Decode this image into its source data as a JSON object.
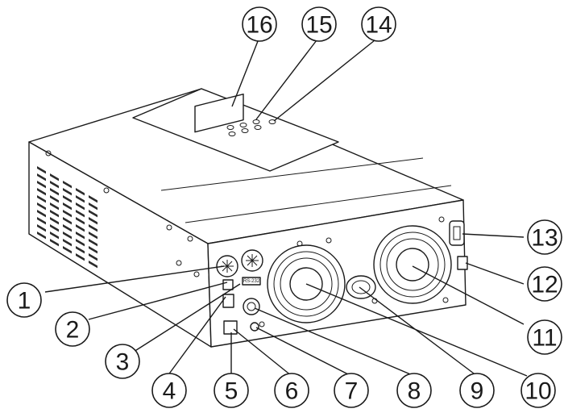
{
  "figure": {
    "callouts": [
      {
        "id": "1",
        "label": "1"
      },
      {
        "id": "2",
        "label": "2"
      },
      {
        "id": "3",
        "label": "3"
      },
      {
        "id": "4",
        "label": "4"
      },
      {
        "id": "5",
        "label": "5"
      },
      {
        "id": "6",
        "label": "6"
      },
      {
        "id": "7",
        "label": "7"
      },
      {
        "id": "8",
        "label": "8"
      },
      {
        "id": "9",
        "label": "9"
      },
      {
        "id": "10",
        "label": "10"
      },
      {
        "id": "11",
        "label": "11"
      },
      {
        "id": "12",
        "label": "12"
      },
      {
        "id": "13",
        "label": "13"
      },
      {
        "id": "14",
        "label": "14"
      },
      {
        "id": "15",
        "label": "15"
      },
      {
        "id": "16",
        "label": "16"
      }
    ],
    "rs_label": "RS-232"
  }
}
